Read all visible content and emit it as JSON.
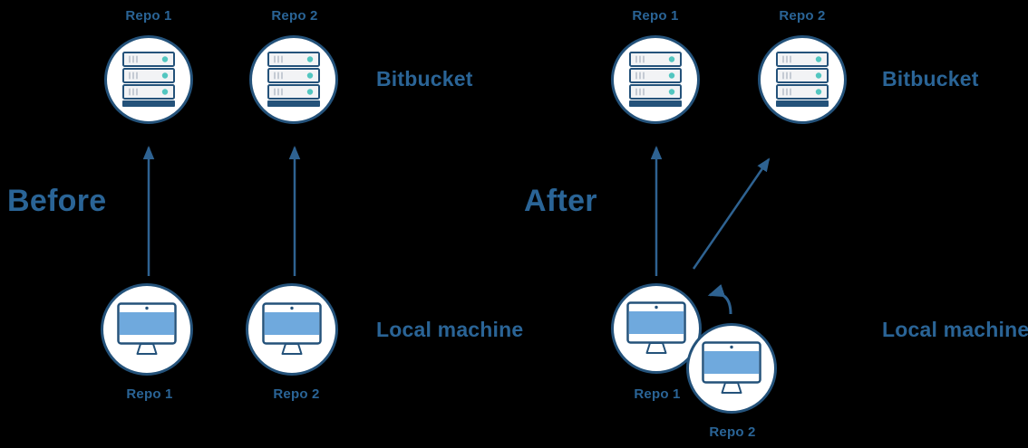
{
  "colors": {
    "background": "#000000",
    "text": "#2a6496",
    "outline": "#24527a",
    "arrow": "#2e6291",
    "screen_blue": "#6fa9dd",
    "teal": "#52c6c0",
    "tray_fill": "#f2f3f5",
    "tray_tick": "#c5cbd4",
    "node_fill": "#ffffff"
  },
  "before": {
    "title": "Before",
    "remote_label": "Bitbucket",
    "local_label": "Local machine",
    "server_nodes": [
      {
        "label": "Repo 1"
      },
      {
        "label": "Repo 2"
      }
    ],
    "machine_nodes": [
      {
        "label": "Repo 1"
      },
      {
        "label": "Repo 2"
      }
    ]
  },
  "after": {
    "title": "After",
    "remote_label": "Bitbucket",
    "local_label": "Local machine",
    "server_nodes": [
      {
        "label": "Repo 1"
      },
      {
        "label": "Repo 2"
      }
    ],
    "machine_nodes": [
      {
        "label": "Repo 1"
      },
      {
        "label": "Repo 2"
      }
    ]
  }
}
